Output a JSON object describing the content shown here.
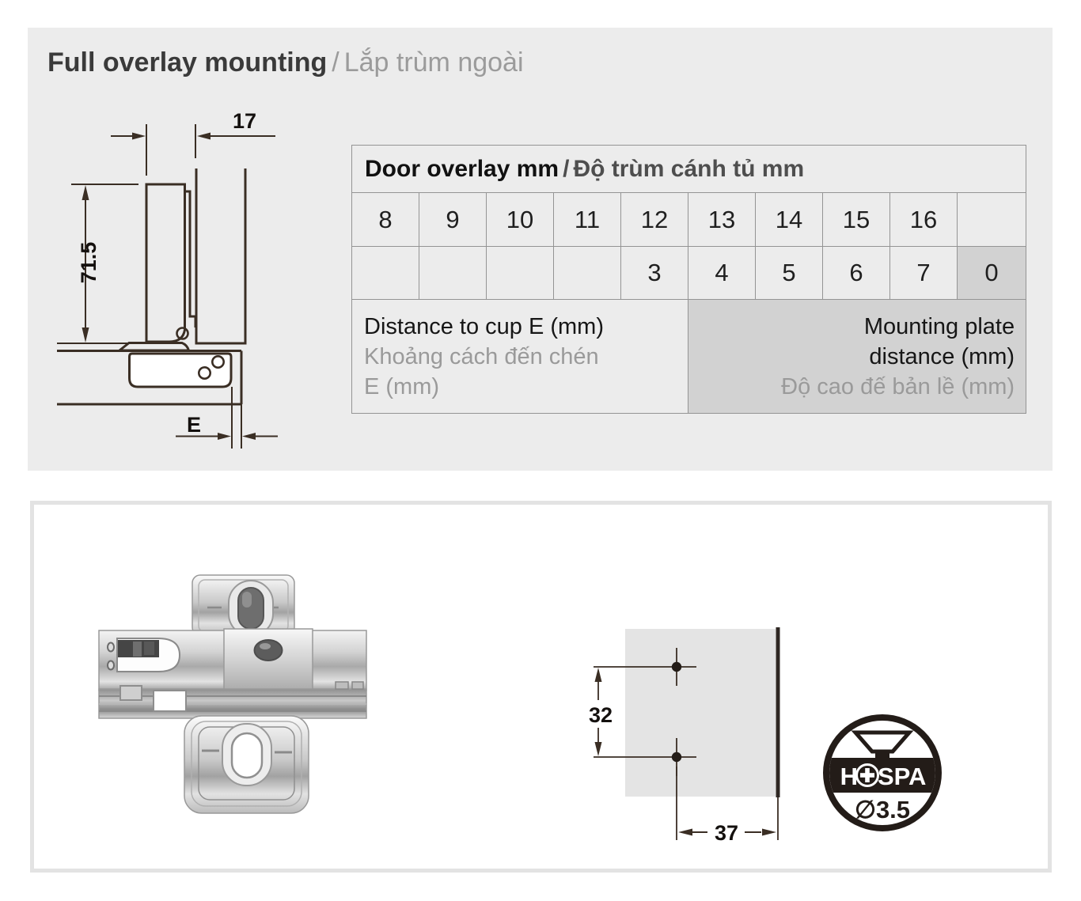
{
  "header": {
    "title_en": "Full overlay mounting",
    "title_sep": "/",
    "title_vi": "Lắp trùm ngoài"
  },
  "hinge_diagram": {
    "dim_top": "17",
    "dim_left": "71.5",
    "dim_bottom": "E"
  },
  "overlay_table": {
    "header_en": "Door overlay mm",
    "header_sep": "/",
    "header_vi": "Độ trùm cánh tủ mm",
    "row1": [
      "8",
      "9",
      "10",
      "11",
      "12",
      "13",
      "14",
      "15",
      "16",
      ""
    ],
    "row2": [
      "",
      "",
      "",
      "",
      "3",
      "4",
      "5",
      "6",
      "7",
      "0"
    ],
    "row3_left_en": "Distance to cup E (mm)",
    "row3_left_vi_1": "Khoảng cách đến chén",
    "row3_left_vi_2": "E (mm)",
    "row3_right_en_1": "Mounting plate",
    "row3_right_en_2": "distance (mm)",
    "row3_right_vi": "Độ cao đế bản lề (mm)"
  },
  "drill_diagram": {
    "dim_vertical": "32",
    "dim_horizontal": "37"
  },
  "screw_logo": {
    "name": "HOSPA",
    "label_part1": "H",
    "label_part2": "SPA",
    "diameter": "∅3.5"
  },
  "colors": {
    "panel_bg": "#ececec",
    "cell_highlight": "#d2d2d2",
    "table_border": "#949494",
    "line_art": "#3a2e24",
    "panel_border": "#e3e3e3",
    "logo_black": "#231c18"
  }
}
